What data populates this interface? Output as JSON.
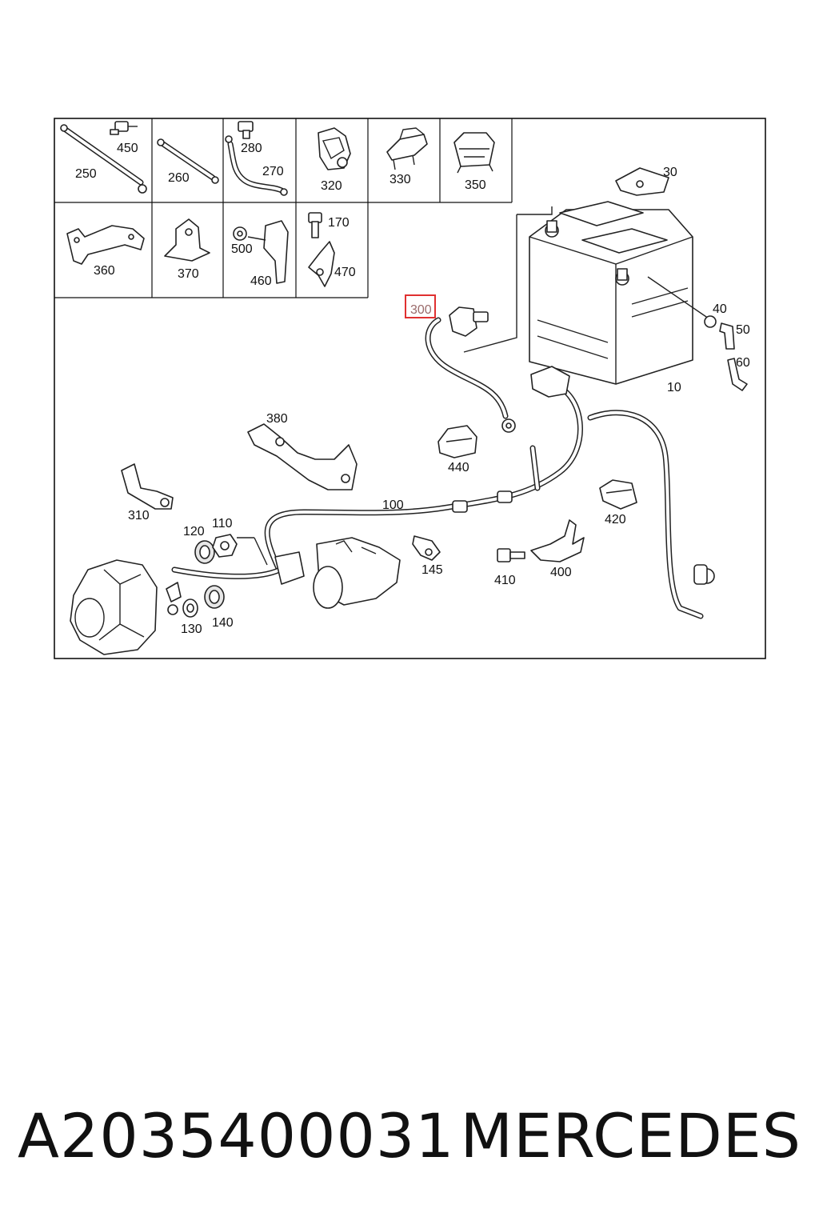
{
  "diagram": {
    "callouts": {
      "c10": "10",
      "c30": "30",
      "c40": "40",
      "c50": "50",
      "c60": "60",
      "c100": "100",
      "c110": "110",
      "c120": "120",
      "c130": "130",
      "c140": "140",
      "c145": "145",
      "c170": "170",
      "c250": "250",
      "c260": "260",
      "c270": "270",
      "c280": "280",
      "c300": "300",
      "c310": "310",
      "c320": "320",
      "c330": "330",
      "c350": "350",
      "c360": "360",
      "c370": "370",
      "c380": "380",
      "c400": "400",
      "c410": "410",
      "c420": "420",
      "c440": "440",
      "c450": "450",
      "c460": "460",
      "c470": "470",
      "c500": "500"
    },
    "highlight_color": "#e03030"
  },
  "caption": {
    "part_number": "A2035400031",
    "brand": "MERCEDES"
  }
}
